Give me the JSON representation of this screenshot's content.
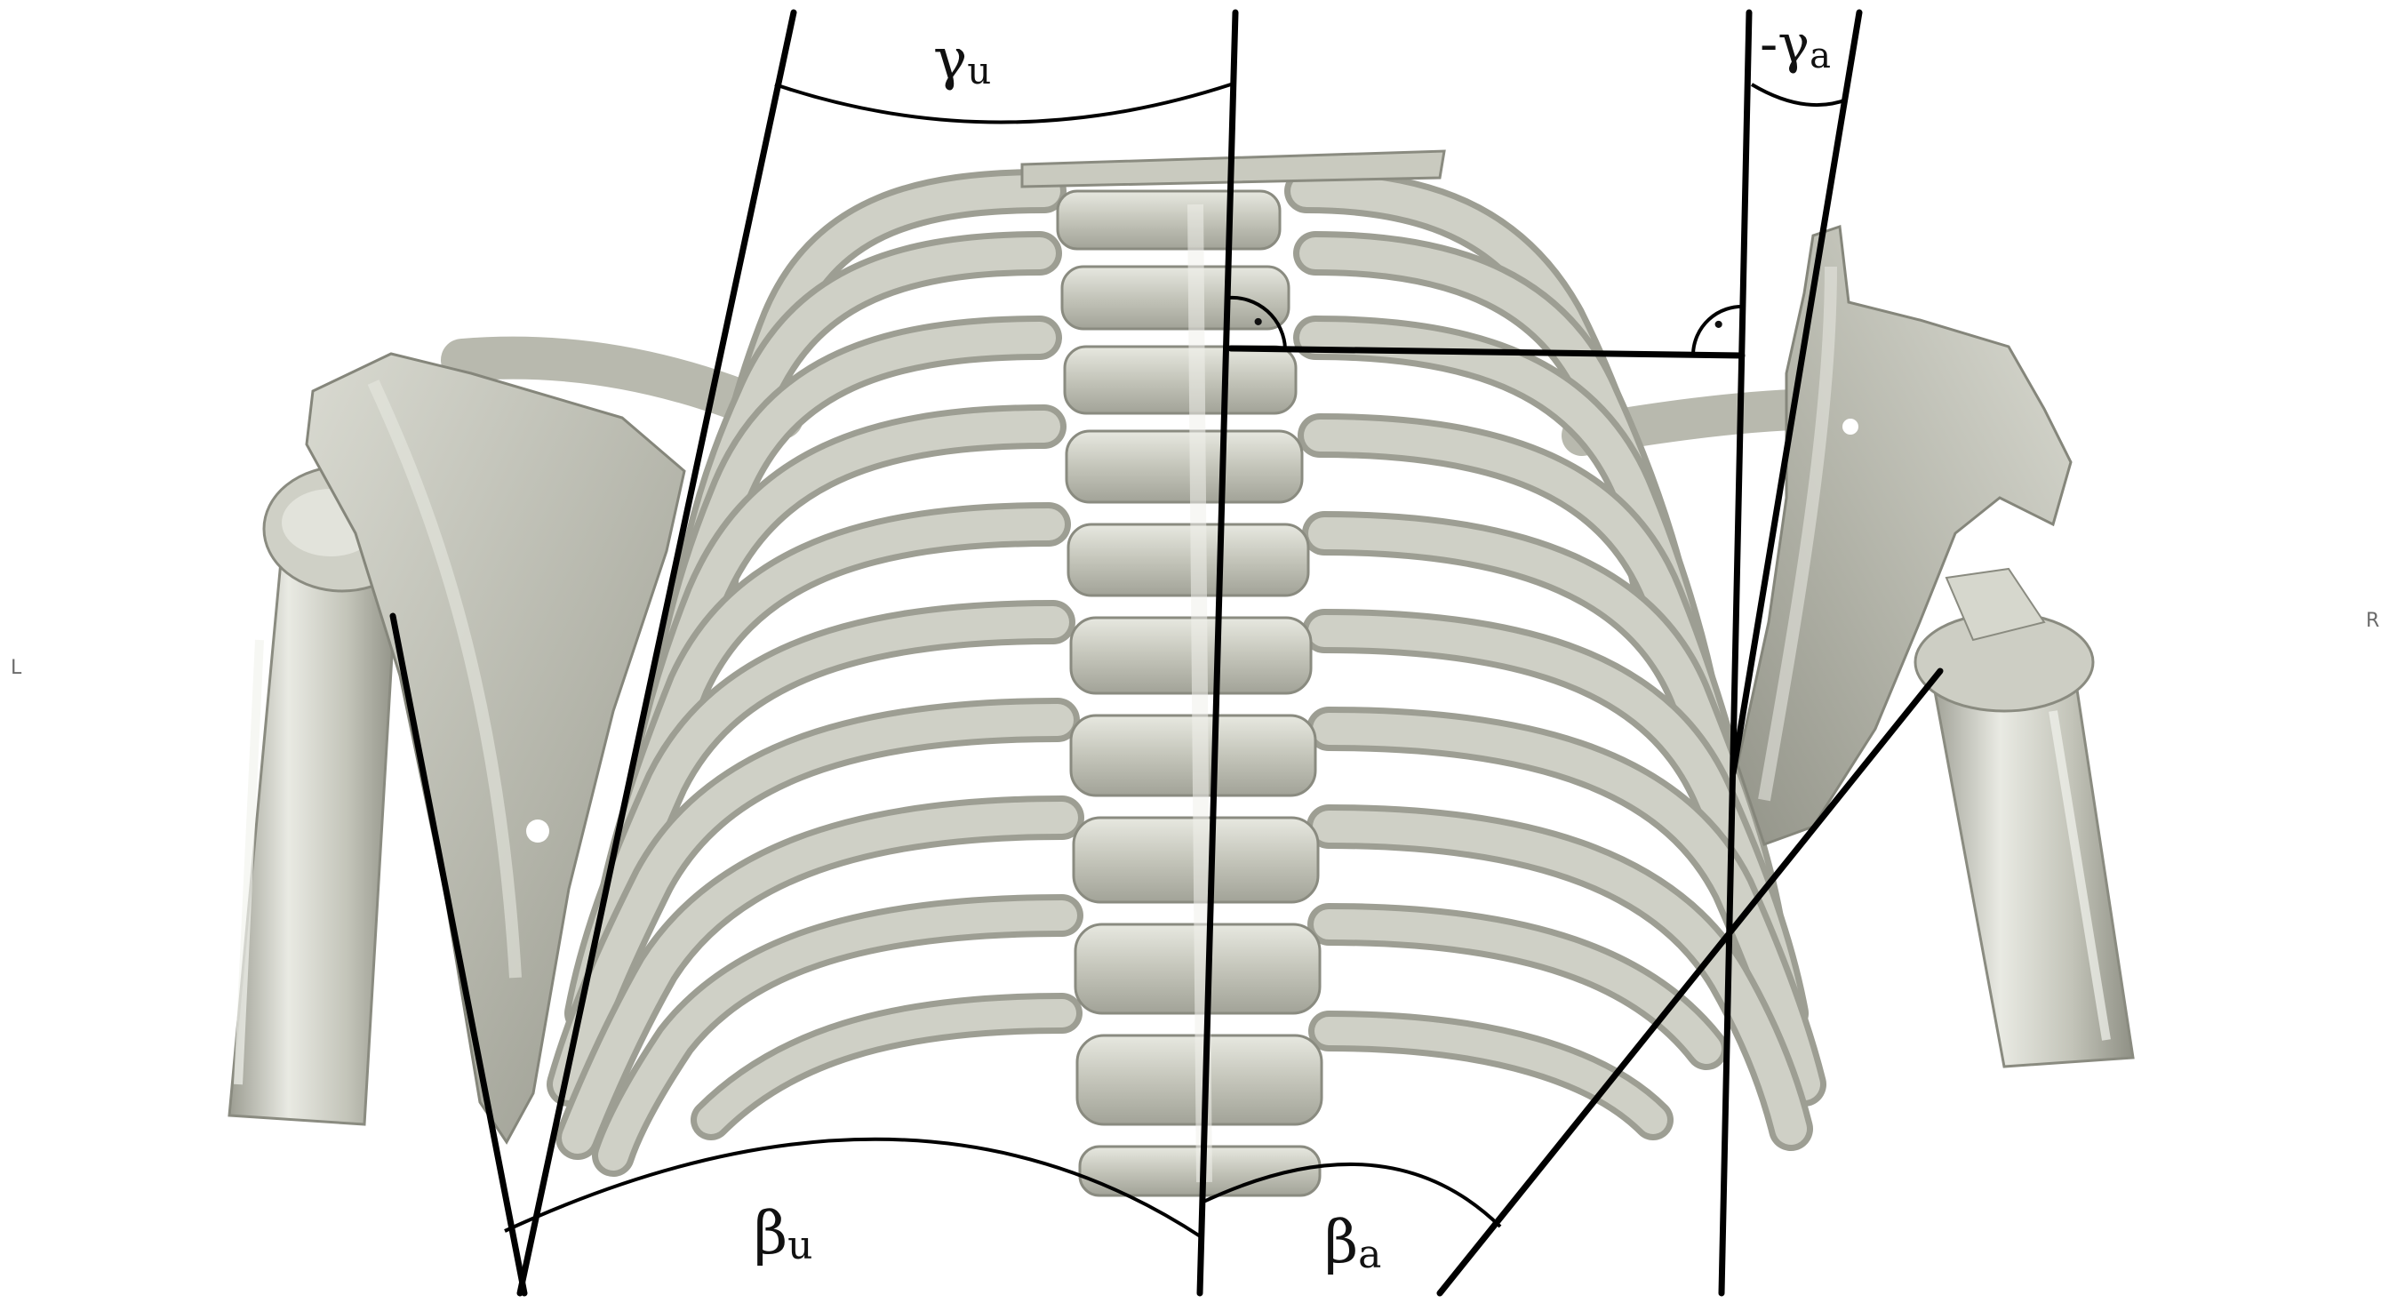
{
  "figure": {
    "angles": {
      "gamma_u": {
        "main": "γ",
        "sub": "u"
      },
      "gamma_a": {
        "main": "-γ",
        "sub": "a"
      },
      "beta_u": {
        "main": "β",
        "sub": "u"
      },
      "beta_a": {
        "main": "β",
        "sub": "a"
      },
      "right_angle_mark": "·"
    },
    "orientation": {
      "left": "L",
      "right": "R"
    },
    "colors": {
      "bone": "#c6c7bc",
      "bone_shadow": "#8e8f84",
      "bone_highlight": "#eeefe8",
      "lines": "#000000",
      "background": "#ffffff"
    }
  }
}
